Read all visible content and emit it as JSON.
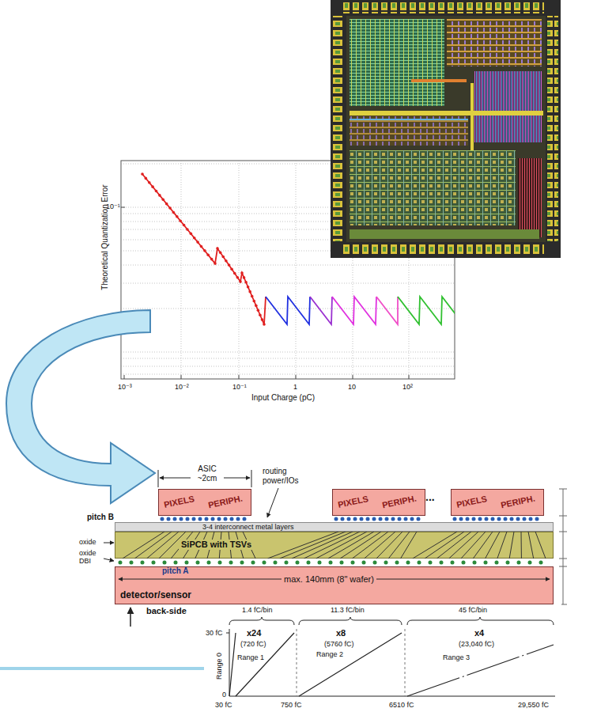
{
  "diagram": {
    "nodes": [
      {
        "text": [
          "PIXELS",
          "PERIPH."
        ]
      },
      {
        "text": [
          "PIXELS",
          "PERIPH."
        ]
      },
      {
        "text": [
          "PIXELS",
          "PERIPH."
        ]
      },
      {
        "text": [
          "3-4 interconnect metal layers"
        ]
      },
      {
        "text": [
          "SiPCB with TSVs"
        ]
      },
      {
        "text": [
          "max. 140mm (8\" wafer)",
          "detector/sensor"
        ]
      }
    ],
    "labels": [
      "Theoretical Quantization Error",
      "10⁻¹",
      "10⁻³",
      "10⁻²",
      "10⁻¹",
      "1",
      "10",
      "10²",
      "Input Charge (pC)",
      "ASIC ~2cm",
      "routing power/IOs",
      "pitch B",
      "...",
      "oxide",
      "oxide DBI",
      "pitch A",
      "back-side",
      "1.4 fC/bin",
      "11.3 fC/bin",
      "45 fC/bin",
      "30 fC",
      "Range 0",
      "x24",
      "(720 fC)",
      "Range 1",
      "x8",
      "(5760 fC)",
      "Range 2",
      "x4",
      "(23,040 fC)",
      "Range 3",
      "0",
      "30 fC",
      "750 fC",
      "6510 fC",
      "29,550 fC"
    ]
  }
}
